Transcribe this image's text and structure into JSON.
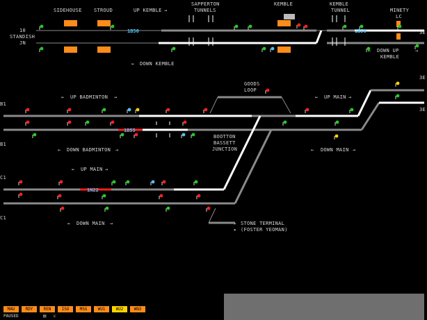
{
  "labels": {
    "sidehouse": "SIDEHOUSE",
    "stroud": "STROUD",
    "up_kemble": "UP KEMBLE",
    "sapperton": "SAPPERTON",
    "tunnels": "TUNNELS",
    "kemble": "KEMBLE",
    "kemble2": "KEMBLE",
    "tunnel": "TUNNEL",
    "minety": "MINETY",
    "lc": "LC",
    "stand_10": "10",
    "standish": "STANDISH",
    "jn": "JN",
    "down_kemble": "DOWN KEMBLE",
    "down_up": "DOWN UP",
    "kemble_r": "KEMBLE",
    "goods": "GOODS",
    "loop": "LOOP",
    "up_badminton": "UP BADMINTON",
    "up_main_1": "UP MAIN",
    "down_badminton": "DOWN BADMINTON",
    "bootton": "BOOTTON",
    "bassett": "BASSETT",
    "junction": "JUNCTION",
    "down_main_1": "DOWN MAIN",
    "up_main_2": "UP MAIN",
    "down_main_2": "DOWN MAIN",
    "stone_terminal": "STONE TERMINAL",
    "foster_yeoman": "(FOSTER YEOMAN)",
    "b1_top": "B1",
    "b1_bottom": "B1",
    "c1_top": "C1",
    "c1_bottom": "C1",
    "e3_1": "3E",
    "e3_2": "3E",
    "e3_3": "3E"
  },
  "berths": {
    "b1": "1B50",
    "b2": "1B50",
    "b3": "1B55",
    "b4": "1N22"
  },
  "toolbar": {
    "buttons": [
      "MAU",
      "RDY",
      "REN",
      "ISO",
      "MSG",
      "WU1",
      "WU2",
      "WN3"
    ],
    "highlighted": "WU2"
  },
  "status": {
    "text": "PAUSED"
  },
  "colors": {
    "track_grey": "#8a8a8a",
    "track_white": "#ffffff",
    "block_orange": "#ff8c1a",
    "signal_red": "#ff2020",
    "signal_green": "#22cc22",
    "signal_yellow": "#ffd400",
    "berth_cyan": "#4fc3f7",
    "panel_grey": "#6f6f6f"
  }
}
